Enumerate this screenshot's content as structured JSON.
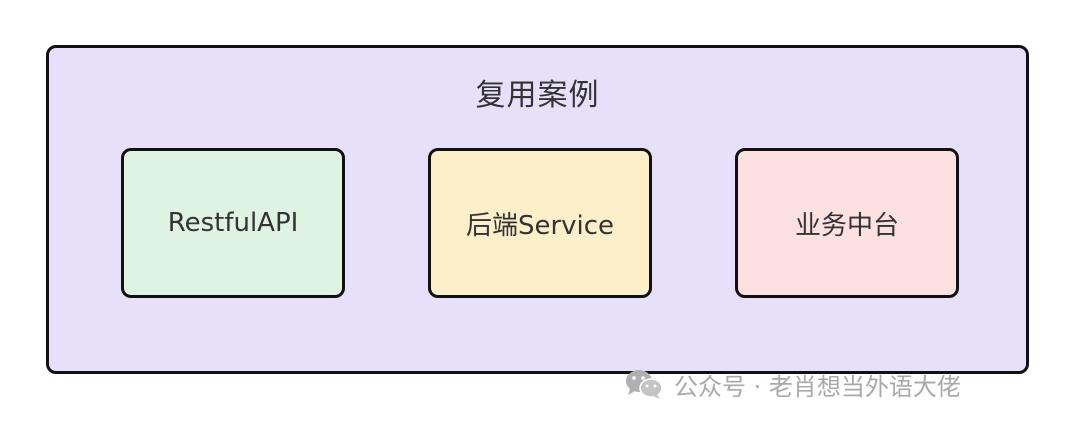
{
  "diagram": {
    "outer_title": "复用案例",
    "boxes": [
      {
        "label": "RestfulAPI",
        "fill": "#dff3e2"
      },
      {
        "label": "后端Service",
        "fill": "#fdefc9"
      },
      {
        "label": "业务中台",
        "fill": "#fde0e0"
      }
    ],
    "outer_fill": "#e6e0fb",
    "border_color": "#111111"
  },
  "watermark": {
    "icon": "wechat-icon",
    "text": "公众号 · 老肖想当外语大佬"
  }
}
